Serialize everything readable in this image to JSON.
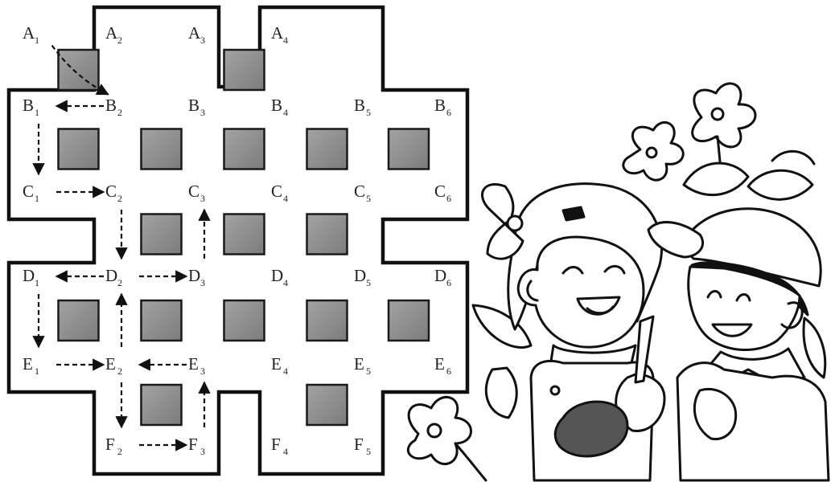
{
  "grid": {
    "rows": [
      "A",
      "B",
      "C",
      "D",
      "E",
      "F"
    ],
    "nodes": [
      {
        "id": "A1",
        "letter": "A",
        "index": "1"
      },
      {
        "id": "A2",
        "letter": "A",
        "index": "2"
      },
      {
        "id": "A3",
        "letter": "A",
        "index": "3"
      },
      {
        "id": "A4",
        "letter": "A",
        "index": "4"
      },
      {
        "id": "B1",
        "letter": "B",
        "index": "1"
      },
      {
        "id": "B2",
        "letter": "B",
        "index": "2"
      },
      {
        "id": "B3",
        "letter": "B",
        "index": "3"
      },
      {
        "id": "B4",
        "letter": "B",
        "index": "4"
      },
      {
        "id": "B5",
        "letter": "B",
        "index": "5"
      },
      {
        "id": "B6",
        "letter": "B",
        "index": "6"
      },
      {
        "id": "C1",
        "letter": "C",
        "index": "1"
      },
      {
        "id": "C2",
        "letter": "C",
        "index": "2"
      },
      {
        "id": "C3",
        "letter": "C",
        "index": "3"
      },
      {
        "id": "C4",
        "letter": "C",
        "index": "4"
      },
      {
        "id": "C5",
        "letter": "C",
        "index": "5"
      },
      {
        "id": "C6",
        "letter": "C",
        "index": "6"
      },
      {
        "id": "D1",
        "letter": "D",
        "index": "1"
      },
      {
        "id": "D2",
        "letter": "D",
        "index": "2"
      },
      {
        "id": "D3",
        "letter": "D",
        "index": "3"
      },
      {
        "id": "D4",
        "letter": "D",
        "index": "4"
      },
      {
        "id": "D5",
        "letter": "D",
        "index": "5"
      },
      {
        "id": "D6",
        "letter": "D",
        "index": "6"
      },
      {
        "id": "E1",
        "letter": "E",
        "index": "1"
      },
      {
        "id": "E2",
        "letter": "E",
        "index": "2"
      },
      {
        "id": "E3",
        "letter": "E",
        "index": "3"
      },
      {
        "id": "E4",
        "letter": "E",
        "index": "4"
      },
      {
        "id": "E5",
        "letter": "E",
        "index": "5"
      },
      {
        "id": "E6",
        "letter": "E",
        "index": "6"
      },
      {
        "id": "F2",
        "letter": "F",
        "index": "2"
      },
      {
        "id": "F3",
        "letter": "F",
        "index": "3"
      },
      {
        "id": "F4",
        "letter": "F",
        "index": "4"
      },
      {
        "id": "F5",
        "letter": "F",
        "index": "5"
      }
    ],
    "blocks": [
      "A1-A2",
      "A3-A4",
      "B1-B2",
      "B2-B3",
      "B3-B4",
      "B4-B5",
      "B5-B6",
      "C2-C3",
      "C3-C4",
      "C4-C5",
      "D1-D2",
      "D2-D3",
      "D3-D4",
      "D4-D5",
      "D5-D6",
      "E2-E3",
      "E4-E5"
    ],
    "path": [
      [
        "A1",
        "B2"
      ],
      [
        "B2",
        "B1"
      ],
      [
        "B1",
        "C1"
      ],
      [
        "C1",
        "C2"
      ],
      [
        "C2",
        "D2"
      ],
      [
        "D2",
        "D1"
      ],
      [
        "D1",
        "E1"
      ],
      [
        "E1",
        "E2"
      ],
      [
        "E2",
        "F2"
      ],
      [
        "F2",
        "F3"
      ],
      [
        "F3",
        "E3"
      ],
      [
        "E3",
        "E2"
      ],
      [
        "E2",
        "D2"
      ],
      [
        "D2",
        "D3"
      ],
      [
        "D3",
        "C3"
      ]
    ]
  },
  "colors": {
    "outline": "#111111",
    "block_fill": "#8f8f8f",
    "block_stroke": "#1a1a1a",
    "label": "#222222",
    "arrow": "#111111"
  },
  "illustration": {
    "subject": "two-children-with-flowers"
  }
}
